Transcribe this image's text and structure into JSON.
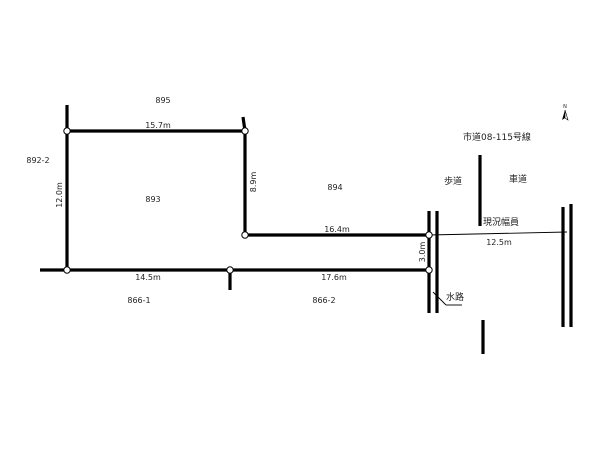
{
  "parcels": {
    "p895": "895",
    "p892_2": "892-2",
    "p893": "893",
    "p894": "894",
    "p866_1": "866-1",
    "p866_2": "866-2"
  },
  "dimensions": {
    "top": "15.7m",
    "left": "12.0m",
    "inner_vertical": "8.9m",
    "middle": "16.4m",
    "bottom_left": "14.5m",
    "bottom_right": "17.6m",
    "right_gap": "3.0m",
    "road_width": "12.5m"
  },
  "road": {
    "name": "市道08-115号線",
    "sidewalk": "歩道",
    "carriageway": "車道",
    "current_width": "現況幅員",
    "waterway": "水路"
  },
  "compass": {
    "north": "N"
  }
}
